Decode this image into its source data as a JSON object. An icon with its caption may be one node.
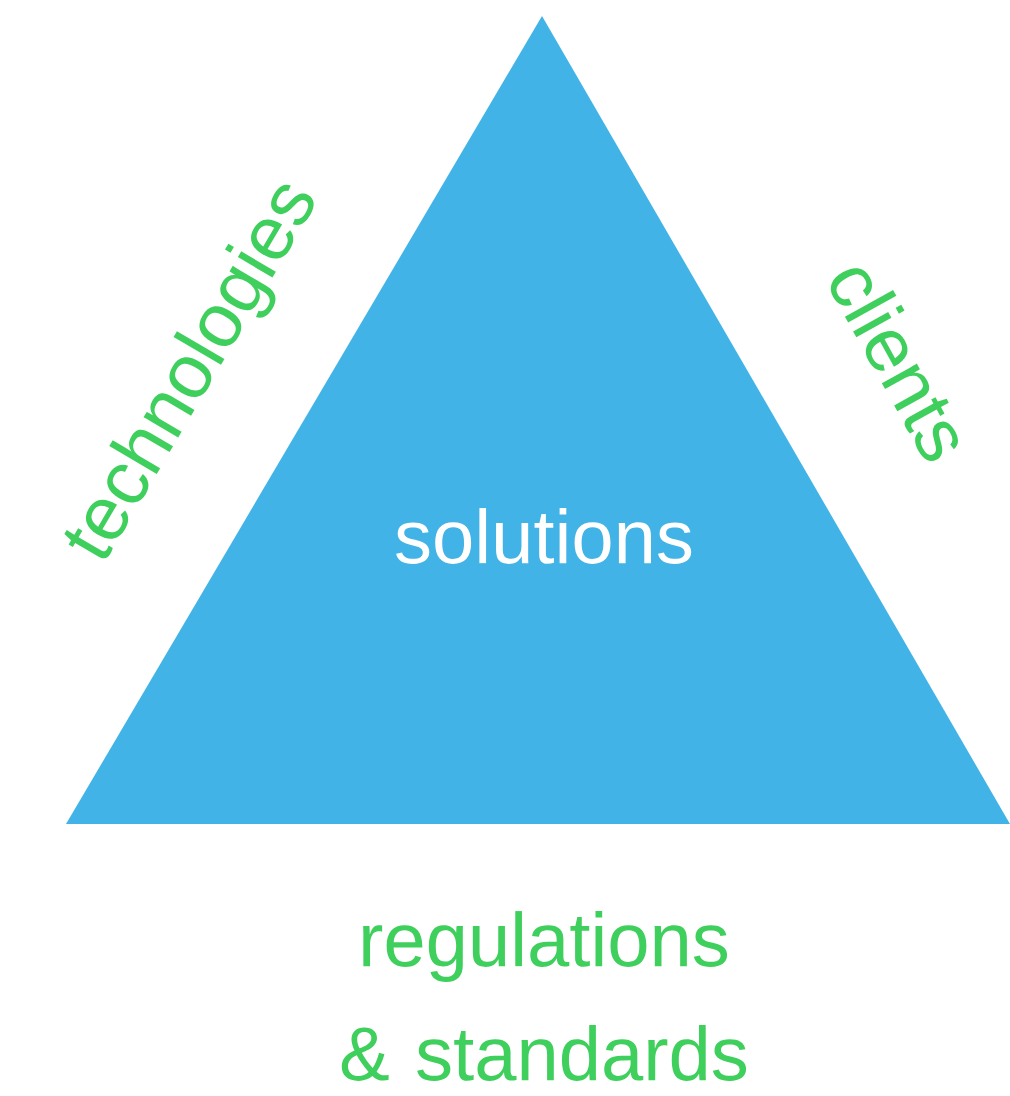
{
  "diagram": {
    "nodes": [
      {
        "text": [
          "solutions"
        ]
      }
    ],
    "labels": [
      "technologies",
      "clients",
      "regulations & standards"
    ]
  }
}
